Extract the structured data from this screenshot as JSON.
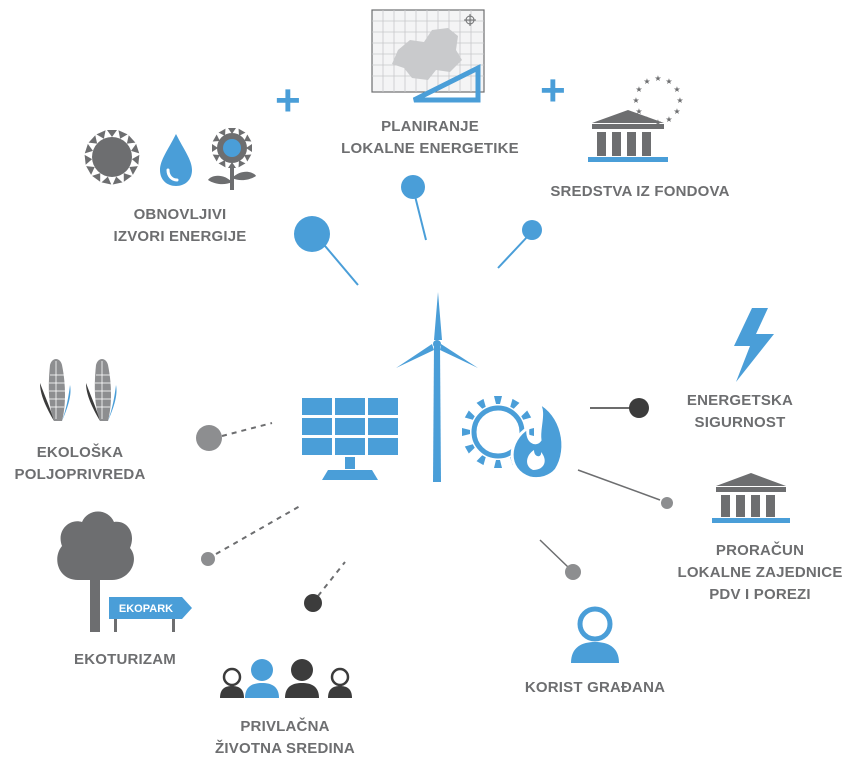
{
  "labels": {
    "planiranje": [
      "PLANIRANJE",
      "LOKALNE ENERGETIKE"
    ],
    "sredstva": [
      "SREDSTVA IZ FONDOVA"
    ],
    "obnovljivi": [
      "OBNOVLJIVI",
      "IZVORI ENERGIJE"
    ],
    "energetska": [
      "ENERGETSKA",
      "SIGURNOST"
    ],
    "ekoloska": [
      "EKOLOŠKA",
      "POLJOPRIVREDA"
    ],
    "proracun": [
      "PRORAČUN",
      "LOKALNE ZAJEDNICE",
      "PDV I POREZI"
    ],
    "ekoturizam": [
      "EKOTURIZAM"
    ],
    "korist": [
      "KORIST GRAĐANA"
    ],
    "privlacna": [
      "PRIVLAČNA",
      "ŽIVOTNA SREDINA"
    ]
  },
  "sign_text": "EKOPARK",
  "plus_symbol": "+",
  "colors": {
    "blue": "#4a9ed8",
    "gray": "#6d6e70",
    "dark": "#3c3c3c",
    "light": "#8d8e90"
  },
  "icons": [
    "map-planning-icon",
    "eu-stars-icon",
    "bank-icon",
    "sun-icon",
    "water-drop-icon",
    "sunflower-icon",
    "lightning-icon",
    "corn-icon",
    "tree-icon",
    "ekopark-sign-icon",
    "people-icon",
    "person-icon",
    "solar-panel-icon",
    "wind-turbine-icon",
    "sun-flame-icon"
  ]
}
